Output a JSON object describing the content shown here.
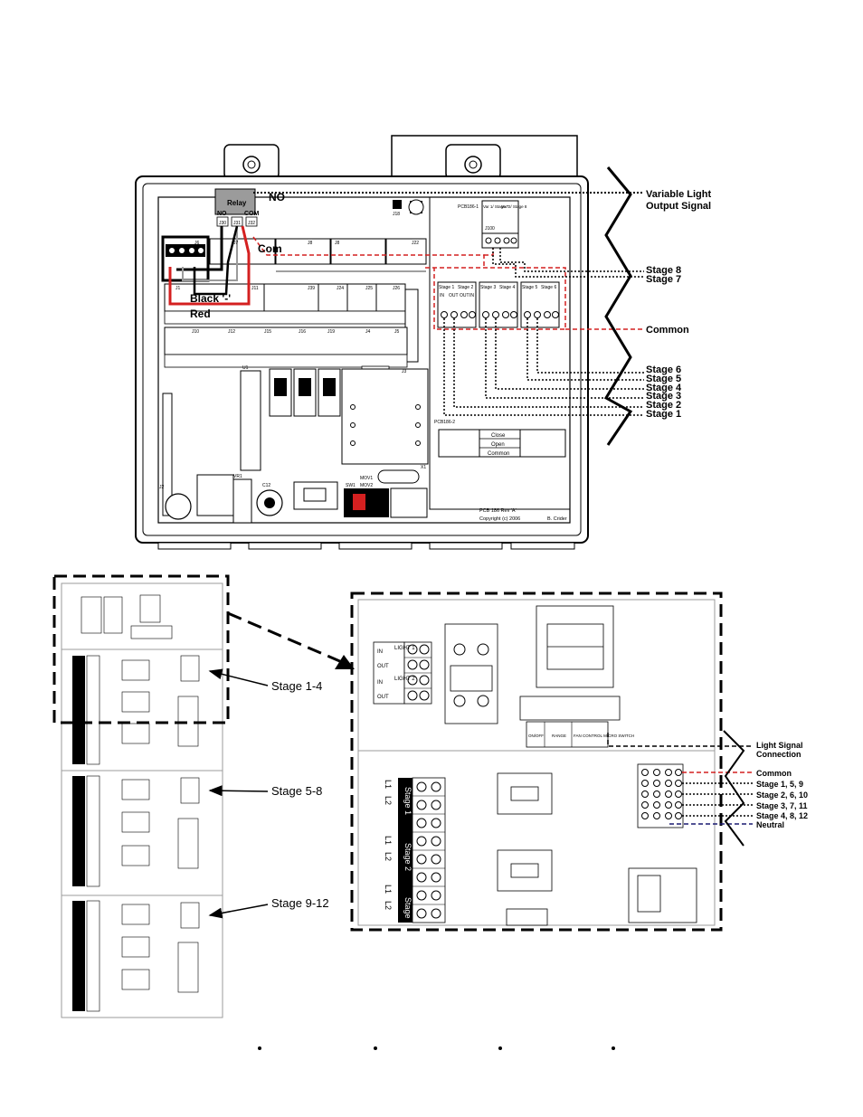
{
  "relay": {
    "title": "Relay",
    "no": "NO",
    "com": "COM",
    "j_labels": [
      "J30",
      "J31",
      "J32"
    ]
  },
  "wires": {
    "no_label": "NO",
    "com_label": "Com",
    "black_label": "Black '-'",
    "red_label": "Red"
  },
  "board": {
    "header_labels": [
      "J6",
      "J7",
      "J8",
      "J8",
      "J22"
    ],
    "row2_labels": [
      "J1",
      "J11",
      "J39",
      "J24",
      "J25",
      "J26"
    ],
    "row3_labels": [
      "J10",
      "J12",
      "J15",
      "J16",
      "J19",
      "J4",
      "J5"
    ],
    "misc_labels": [
      "J18",
      "J3",
      "U1",
      "VR1",
      "C12",
      "MOV1",
      "MOV2",
      "SW1",
      "X1",
      "J2"
    ],
    "pcb_top_label": "PCB186-1",
    "var_block": [
      "Var 1/ Stage 7",
      "Var 2/ Stage 8",
      "J100"
    ],
    "stage_blocks": [
      [
        "Stage 1",
        "Stage 2"
      ],
      [
        "Stage 3",
        "Stage 4"
      ],
      [
        "Stage 5",
        "Stage 6"
      ]
    ],
    "in_out": [
      "IN",
      "OUT",
      "OUT",
      "IN"
    ],
    "lower_pcb_label": "PCB186-2",
    "curtain": [
      "Close",
      "Open",
      "Common"
    ],
    "footer": [
      "PCB 186 Rev 'A'",
      "Copyright (c) 2006",
      "B. Crider"
    ]
  },
  "callouts_top": {
    "variable_light": "Variable Light",
    "output_signal": "Output Signal",
    "stages_a": [
      "Stage 8",
      "Stage 7"
    ],
    "common": "Common",
    "stages_b": [
      "Stage 6",
      "Stage 5",
      "Stage 4",
      "Stage 3",
      "Stage 2",
      "Stage 1"
    ]
  },
  "panel_arrows": [
    "Stage 1-4",
    "Stage 5-8",
    "Stage 9-12"
  ],
  "detail": {
    "top_labels": [
      "LIGHT 1",
      "LIGHT 2",
      "IN",
      "OUT",
      "IN",
      "OUT"
    ],
    "switch_box": [
      "ON/OFF",
      "RANGE",
      "FAN CONTROL MICRO SWITCH"
    ],
    "stage_tags": [
      "Stage 1",
      "Stage 2",
      "Stage"
    ],
    "io_tags": [
      "IN",
      "OUT",
      "IN",
      "OUT",
      "IN"
    ],
    "l_labels": [
      "L1",
      "L2"
    ],
    "light_signal": [
      "Light Signal",
      "Connection"
    ],
    "signals": [
      "Common",
      "Stage 1, 5, 9",
      "Stage 2, 6, 10",
      "Stage 3, 7, 11",
      "Stage 4, 8, 12",
      "Neutral"
    ]
  },
  "colors": {
    "red": "#d42020",
    "navy": "#1a1a70",
    "grey": "#9b9b9b"
  }
}
